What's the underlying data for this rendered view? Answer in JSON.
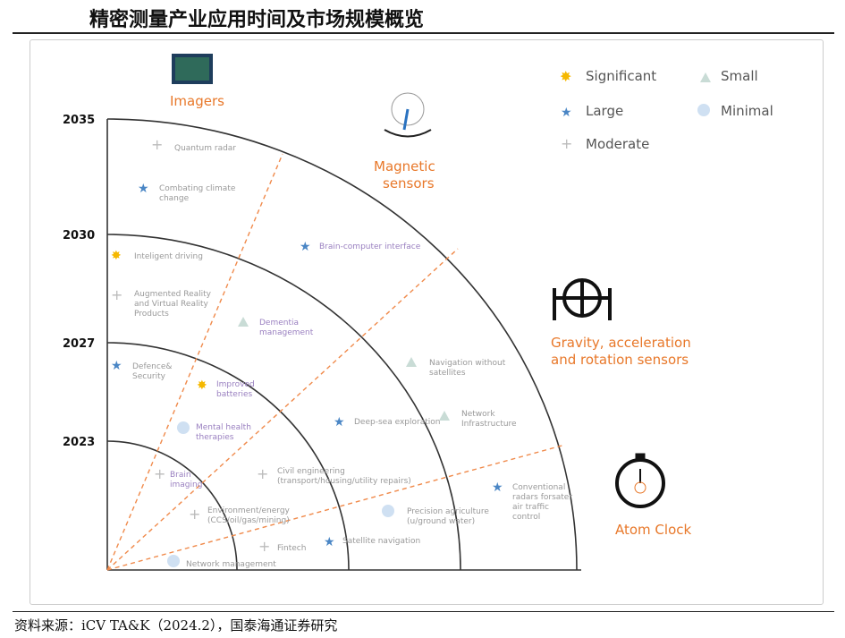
{
  "title": "精密测量产业应用时间及市场规模概览",
  "source": "资料来源：iCV TA&K（2024.2），国泰海通证券研究",
  "years": [
    "2035",
    "2030",
    "2027",
    "2023"
  ],
  "categories": {
    "imagers": "Imagers",
    "magnetic": [
      "Magnetic",
      "sensors"
    ],
    "gravity": [
      "Gravity, acceleration",
      "and rotation sensors"
    ],
    "atom": "Atom Clock"
  },
  "legend": {
    "significant": "Significant",
    "small": "Small",
    "large": "Large",
    "minimal": "Minimal",
    "moderate": "Moderate"
  },
  "colors": {
    "significant": "#f5b800",
    "large": "#4a86c5",
    "moderate": "#bbbbbb",
    "small": "#c9dcd6",
    "minimal": "#cfe0f2",
    "accent": "#e8782a"
  },
  "applications": [
    {
      "l1": "Quantum radar",
      "l2": "",
      "size": "moderate"
    },
    {
      "l1": "Combating climate",
      "l2": "change",
      "size": "large"
    },
    {
      "l1": "Brain-computer interface",
      "l2": "",
      "size": "large"
    },
    {
      "l1": "Inteligent driving",
      "l2": "",
      "size": "significant"
    },
    {
      "l1": "Augmented Reality",
      "l2": "and Virtual Reality",
      "l3": "Products",
      "size": "moderate"
    },
    {
      "l1": "Dementia",
      "l2": "management",
      "size": "small"
    },
    {
      "l1": "Navigation without",
      "l2": "satellites",
      "size": "small"
    },
    {
      "l1": "Defence&",
      "l2": "Security",
      "size": "large"
    },
    {
      "l1": "Improved",
      "l2": "batteries",
      "size": "significant"
    },
    {
      "l1": "Deep-sea exploration",
      "l2": "",
      "size": "large"
    },
    {
      "l1": "Network",
      "l2": "Infrastructure",
      "size": "small"
    },
    {
      "l1": "Mental health",
      "l2": "therapies",
      "size": "minimal"
    },
    {
      "l1": "Brain",
      "l2": "imaging",
      "size": "moderate"
    },
    {
      "l1": "Civil engineering",
      "l2": "(transport/housing/utility repairs)",
      "size": "moderate"
    },
    {
      "l1": "Conventional",
      "l2": "radars forsater",
      "l3": "air traffic",
      "l4": "control",
      "size": "large"
    },
    {
      "l1": "Environment/energy",
      "l2": "(CCS/oil/gas/mining)",
      "size": "moderate"
    },
    {
      "l1": "Precision agriculture",
      "l2": "(u/ground water)",
      "size": "minimal"
    },
    {
      "l1": "Fintech",
      "l2": "",
      "size": "moderate"
    },
    {
      "l1": "Satellite navigation",
      "l2": "",
      "size": "large"
    },
    {
      "l1": "Network management",
      "l2": "",
      "size": "minimal"
    }
  ]
}
